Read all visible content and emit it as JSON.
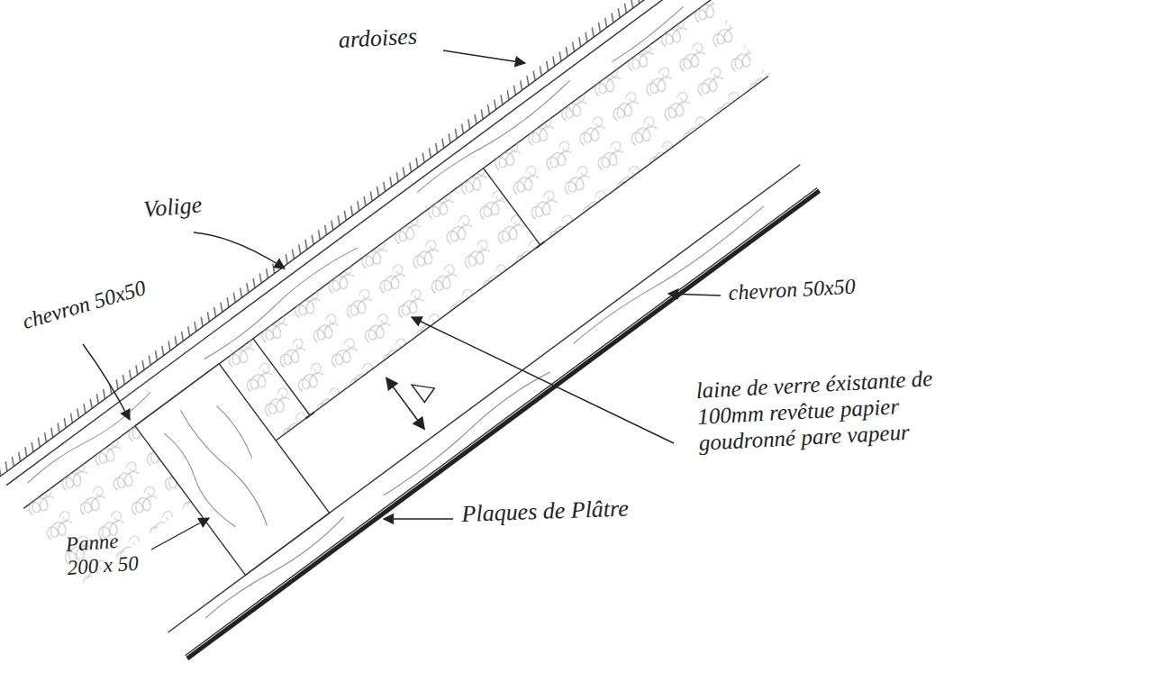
{
  "diagram": {
    "labels": [
      "ardoises",
      "Volige",
      "chevron 50x50",
      "chevron 50x50",
      "laine de verre éxistante de 100mm revêtue papier goudronné pare vapeur",
      "Panne 200 x 50",
      "Plaques de Plâtre"
    ]
  }
}
